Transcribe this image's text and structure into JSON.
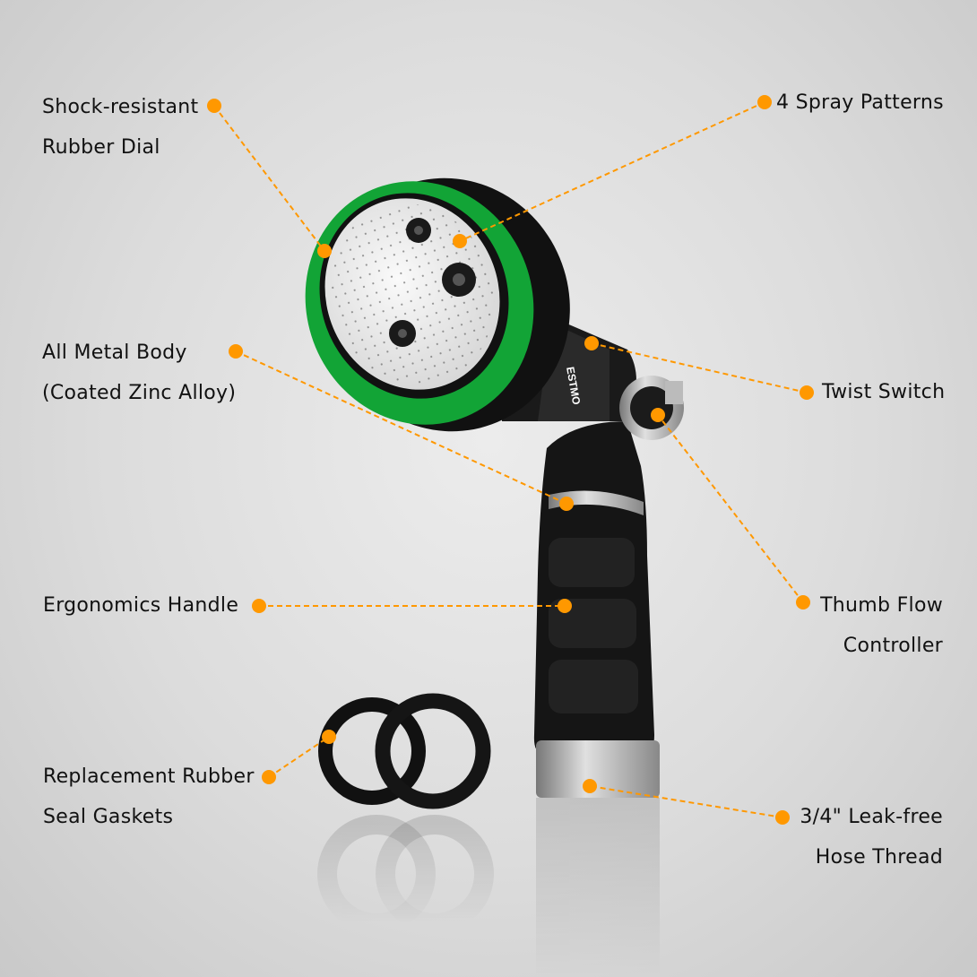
{
  "accent_color": "#ff9800",
  "dial_color": "#12a436",
  "brand_mark": "ESTMO",
  "callouts": {
    "rubber_dial": [
      "Shock-resistant",
      "Rubber Dial"
    ],
    "spray_patterns": [
      "4 Spray Patterns"
    ],
    "metal_body": [
      "All Metal Body",
      "(Coated Zinc Alloy)"
    ],
    "twist_switch": [
      "Twist Switch"
    ],
    "handle": [
      "Ergonomics Handle"
    ],
    "thumb_flow": [
      "Thumb Flow",
      "Controller"
    ],
    "gaskets": [
      "Replacement Rubber",
      "Seal Gaskets"
    ],
    "hose_thread": [
      "3/4\" Leak-free",
      "Hose Thread"
    ]
  }
}
